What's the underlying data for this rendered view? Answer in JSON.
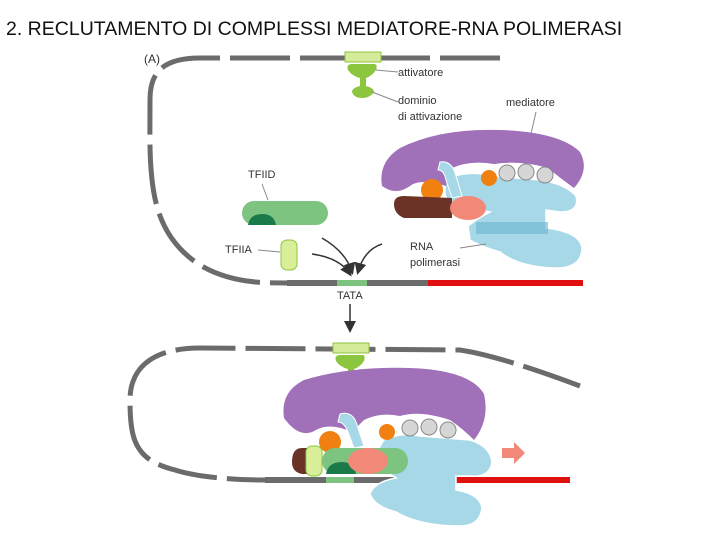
{
  "title": "2. RECLUTAMENTO DI COMPLESSI MEDIATORE-RNA POLIMERASI",
  "panel_label": "(A)",
  "labels": {
    "activator": "attivatore",
    "activation_domain_1": "dominio",
    "activation_domain_2": "di attivazione",
    "mediator": "mediatore",
    "tfiid": "TFIID",
    "tfiia": "TFIIA",
    "rna_pol_1": "RNA",
    "rna_pol_2": "polimerasi",
    "tata": "TATA"
  },
  "colors": {
    "dna": "#6b6b6b",
    "activator": "#8cc63f",
    "enhancer": "#d4eb9a",
    "mediator": "#a070b8",
    "tfiid": "#7cc47f",
    "tfiid_dark": "#1a7a4a",
    "tfiia": "#d8ee98",
    "polymerase": "#a6d8e8",
    "orange": "#f08010",
    "salmon": "#f28878",
    "brown": "#6b3326",
    "gray_ball": "#d6d6d6",
    "transcript": "#e01010",
    "arrow": "#f28878"
  }
}
